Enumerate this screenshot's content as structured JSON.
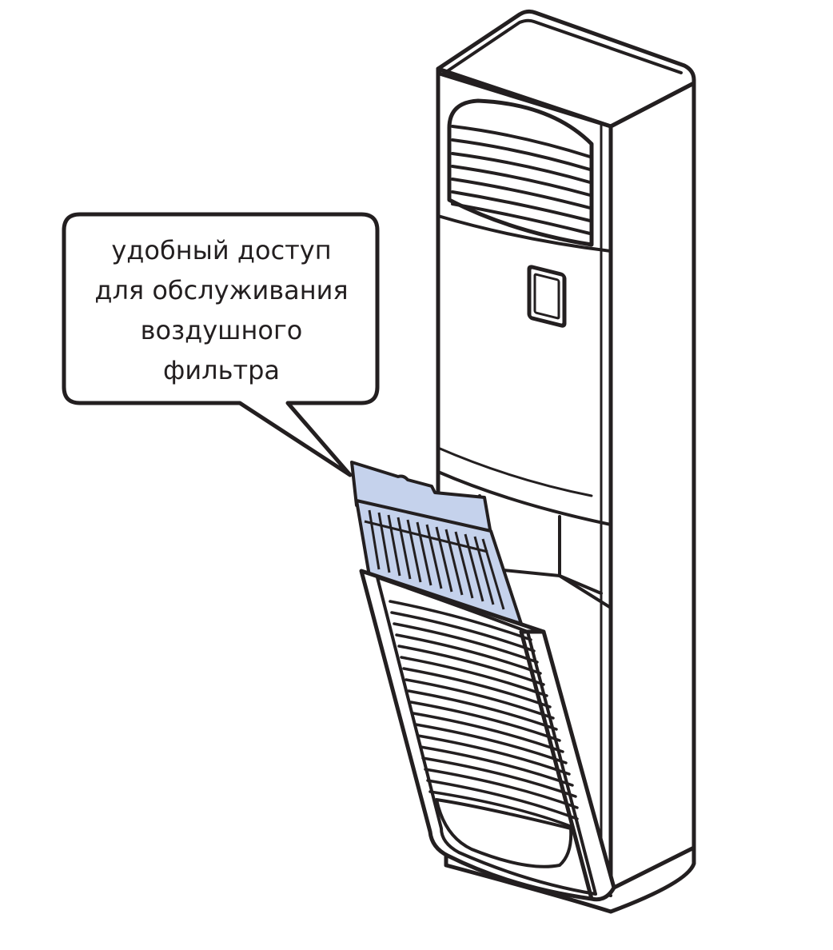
{
  "callout": {
    "lines": [
      "удобный доступ",
      "для обслуживания",
      "воздушного",
      "фильтра"
    ]
  },
  "colors": {
    "outline": "#231f20",
    "filter_fill": "#c5d2ec",
    "background": "#ffffff"
  }
}
